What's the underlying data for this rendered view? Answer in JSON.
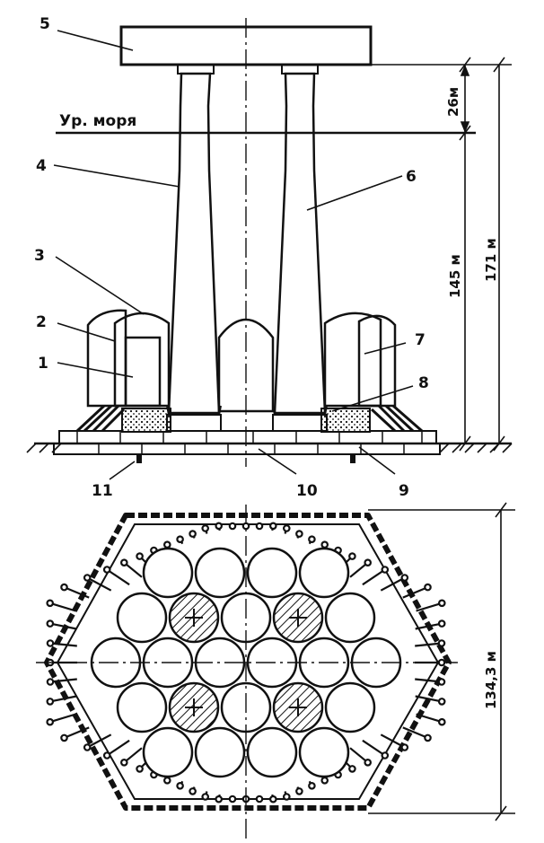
{
  "labels": {
    "sea_level": "Ур. моря",
    "callout_1": "1",
    "callout_2": "2",
    "callout_3": "3",
    "callout_4": "4",
    "callout_5": "5",
    "callout_6": "6",
    "callout_7": "7",
    "callout_8": "8",
    "callout_9": "9",
    "callout_10": "10",
    "callout_11": "11"
  },
  "dimensions": {
    "above_sea": "26м",
    "below_sea": "145 м",
    "total_height": "171 м",
    "base_width": "134,3 м"
  },
  "colors": {
    "ink": "#111111",
    "paper": "#ffffff"
  }
}
